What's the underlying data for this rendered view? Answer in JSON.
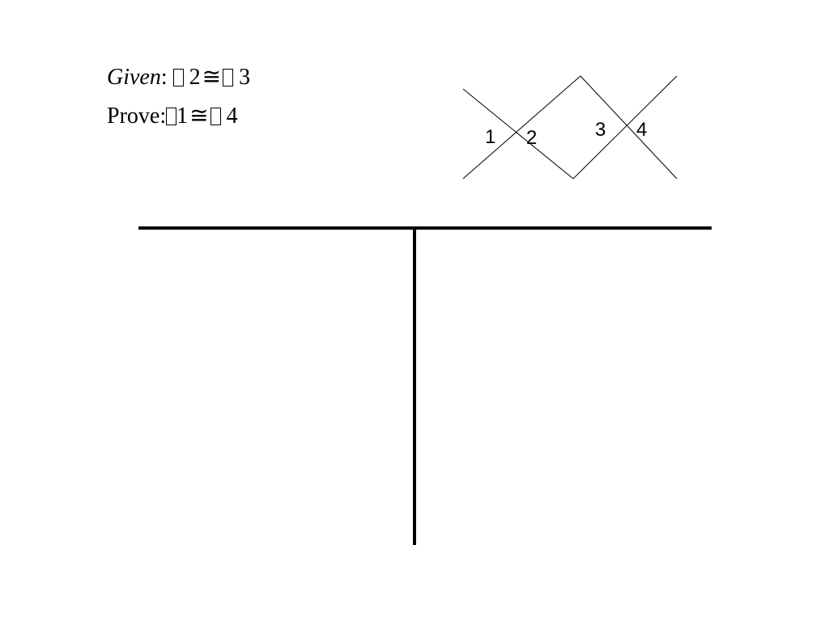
{
  "given": {
    "label": "Given",
    "colon": ":",
    "angle_a_glyph": "missing-glyph",
    "angle_a_number": "2",
    "relation": "≅",
    "angle_b_glyph": "missing-glyph",
    "angle_b_number": "3"
  },
  "prove": {
    "label": "Prove",
    "colon": ":",
    "angle_a_glyph": "missing-glyph",
    "angle_a_number": "1",
    "relation": "≅",
    "angle_b_glyph": "missing-glyph",
    "angle_b_number": "4"
  },
  "figure": {
    "angle_labels": [
      "1",
      "2",
      "3",
      "4"
    ]
  },
  "proof_table": {
    "statements_column": "",
    "reasons_column": ""
  }
}
